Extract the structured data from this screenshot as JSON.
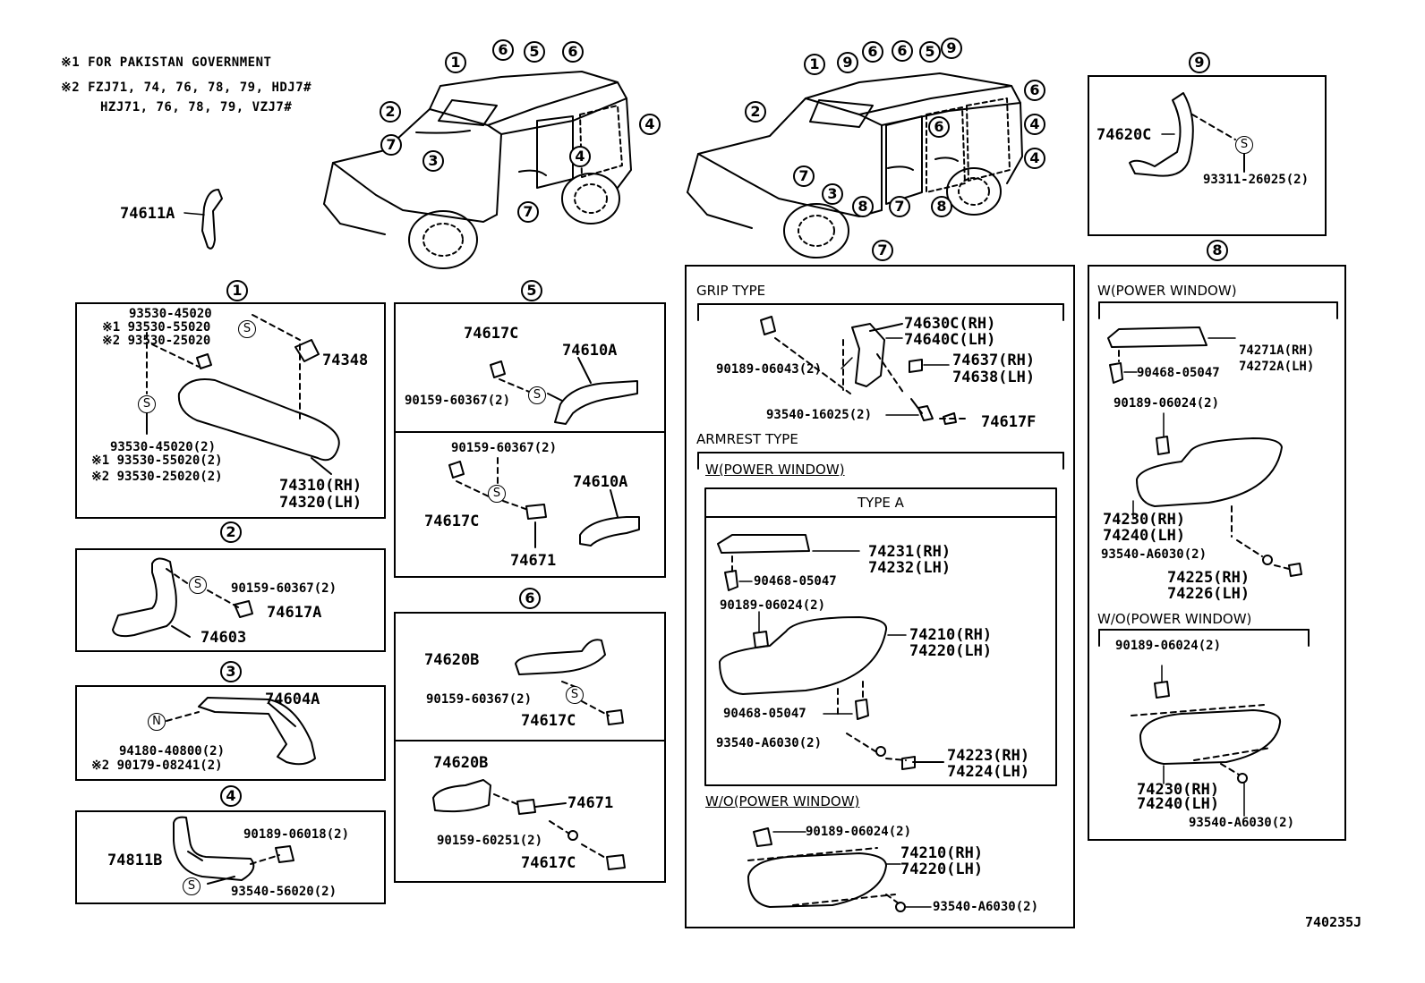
{
  "notes": {
    "n1": "※1 FOR PAKISTAN GOVERNMENT",
    "n2a": "※2  FZJ71, 74, 76, 78, 79, HDJ7#",
    "n2b": "HZJ71, 76, 78, 79, VZJ7#"
  },
  "callouts": {
    "c1": "1",
    "c2": "2",
    "c3": "3",
    "c4": "4",
    "c5": "5",
    "c6": "6",
    "c7": "7",
    "c8": "8",
    "c9": "9"
  },
  "symbols": {
    "s": "S",
    "n": "N"
  },
  "top": {
    "p74611A": "74611A"
  },
  "box9": {
    "p74620C": "74620C",
    "p93311": "93311-26025(2)"
  },
  "box1": {
    "a": "93530-45020",
    "b": "※1 93530-55020",
    "c": "※2 93530-25020",
    "p74348": "74348",
    "d": "93530-45020(2)",
    "e": "※1 93530-55020(2)",
    "f": "※2 93530-25020(2)",
    "rh": "74310(RH)",
    "lh": "74320(LH)"
  },
  "box2": {
    "a": "90159-60367(2)",
    "b": "74617A",
    "c": "74603"
  },
  "box3": {
    "a": "74604A",
    "b": "94180-40800(2)",
    "c": "※2 90179-08241(2)"
  },
  "box4": {
    "a": "90189-06018(2)",
    "b": "74811B",
    "c": "93540-56020(2)"
  },
  "box5": {
    "a": "74617C",
    "b": "74610A",
    "c": "90159-60367(2)",
    "d": "90159-60367(2)",
    "e": "74610A",
    "f": "74617C",
    "g": "74671"
  },
  "box6": {
    "a": "74620B",
    "b": "90159-60367(2)",
    "c": "74617C",
    "d": "74620B",
    "e": "74671",
    "f": "90159-60251(2)",
    "g": "74617C"
  },
  "box7": {
    "grip": "GRIP TYPE",
    "a": "74630C(RH)",
    "b": "74640C(LH)",
    "c": "90189-06043(2)",
    "d": "74637(RH)",
    "e": "74638(LH)",
    "f": "93540-16025(2)",
    "g": "74617F",
    "armrest": "ARMREST TYPE",
    "wpw": "W(POWER WINDOW)",
    "typea": "TYPE A",
    "h": "74231(RH)",
    "i": "74232(LH)",
    "j": "90468-05047",
    "k": "90189-06024(2)",
    "l": "74210(RH)",
    "m": "74220(LH)",
    "n": "90468-05047",
    "o": "93540-A6030(2)",
    "p": "74223(RH)",
    "q": "74224(LH)",
    "wopw": "W/O(POWER WINDOW)",
    "r": "90189-06024(2)",
    "s": "74210(RH)",
    "t": "74220(LH)",
    "u": "93540-A6030(2)"
  },
  "box8": {
    "wpw": "W(POWER WINDOW)",
    "a": "74271A(RH)",
    "b": "74272A(LH)",
    "c": "90468-05047",
    "d": "90189-06024(2)",
    "e": "74230(RH)",
    "f": "74240(LH)",
    "g": "93540-A6030(2)",
    "h": "74225(RH)",
    "i": "74226(LH)",
    "wopw": "W/O(POWER WINDOW)",
    "j": "90189-06024(2)",
    "k": "74230(RH)",
    "l": "74240(LH)",
    "m": "93540-A6030(2)"
  },
  "figure_id": "740235J"
}
